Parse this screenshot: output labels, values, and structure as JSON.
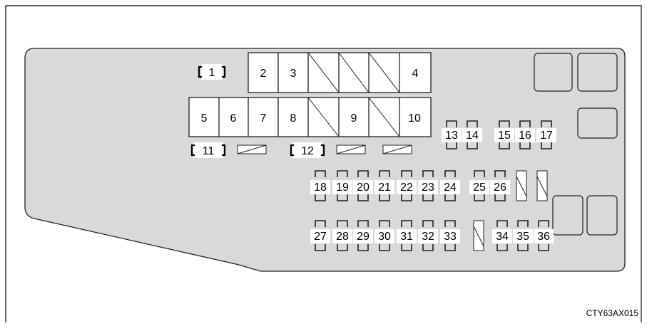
{
  "diagram": {
    "image_code": "CTY63AX015",
    "relays_top_row": [
      "2",
      "3",
      "4"
    ],
    "relays_middle_row": [
      "5",
      "6",
      "7",
      "8",
      "9",
      "10"
    ],
    "bracket_fuses": [
      "1",
      "11",
      "12"
    ],
    "upper_fuses": [
      "13",
      "14",
      "15",
      "16",
      "17"
    ],
    "row_fuses_1": [
      "18",
      "19",
      "20",
      "21",
      "22",
      "23",
      "24",
      "25",
      "26"
    ],
    "row_fuses_2": [
      "27",
      "28",
      "29",
      "30",
      "31",
      "32",
      "33",
      "34",
      "35",
      "36"
    ]
  },
  "colors": {
    "panel_fill": "#d9d9d9",
    "stroke": "#231f20",
    "label_bg": "#ffffff",
    "border": "#000000"
  }
}
